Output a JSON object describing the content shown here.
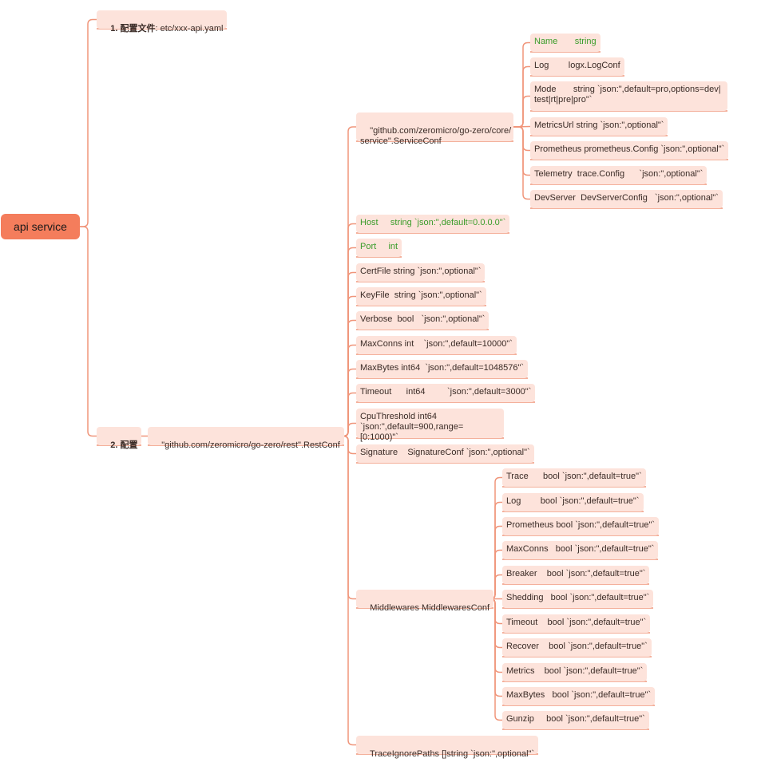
{
  "root": {
    "label": "api service"
  },
  "branch1": {
    "prefix": "1. 配置文件",
    "suffix": ": etc/xxx-api.yaml"
  },
  "branch2": {
    "prefix": "2. 配置"
  },
  "restconf": {
    "label": "\"github.com/zeromicro/go-zero/rest\".RestConf"
  },
  "serviceconf": {
    "label": "\"github.com/zeromicro/go-zero/core/\nservice\".ServiceConf",
    "children": [
      "Name       string",
      "Log        logx.LogConf",
      "Mode       string `json:\",default=pro,options=dev|\ntest|rt|pre|pro\"`",
      "MetricsUrl string `json:\",optional\"`",
      "Prometheus prometheus.Config `json:\",optional\"`",
      "Telemetry  trace.Config      `json:\",optional\"`",
      "DevServer  DevServerConfig   `json:\",optional\"`"
    ]
  },
  "fields": [
    "Host     string `json:\",default=0.0.0.0\"`",
    "Port     int",
    "CertFile string `json:\",optional\"`",
    "KeyFile  string `json:\",optional\"`",
    "Verbose  bool   `json:\",optional\"`",
    "MaxConns int    `json:\",default=10000\"`",
    "MaxBytes int64  `json:\",default=1048576\"`",
    "Timeout      int64         `json:\",default=3000\"`",
    "CpuThreshold int64\n`json:\",default=900,range=[0:1000)\"`",
    "Signature    SignatureConf `json:\",optional\"`"
  ],
  "middlewares": {
    "label": "Middlewares MiddlewaresConf",
    "children": [
      "Trace      bool `json:\",default=true\"`",
      "Log        bool `json:\",default=true\"`",
      "Prometheus bool `json:\",default=true\"`",
      "MaxConns   bool `json:\",default=true\"`",
      "Breaker    bool `json:\",default=true\"`",
      "Shedding   bool `json:\",default=true\"`",
      "Timeout    bool `json:\",default=true\"`",
      "Recover    bool `json:\",default=true\"`",
      "Metrics    bool `json:\",default=true\"`",
      "MaxBytes   bool `json:\",default=true\"`",
      "Gunzip     bool `json:\",default=true\"`"
    ]
  },
  "traceignore": {
    "label": "TraceIgnorePaths []string `json:\",optional\"`"
  },
  "colors": {
    "link": "#f0957a",
    "node": "#fde3db",
    "root": "#f47d5c",
    "green": "#3a9c2a"
  }
}
